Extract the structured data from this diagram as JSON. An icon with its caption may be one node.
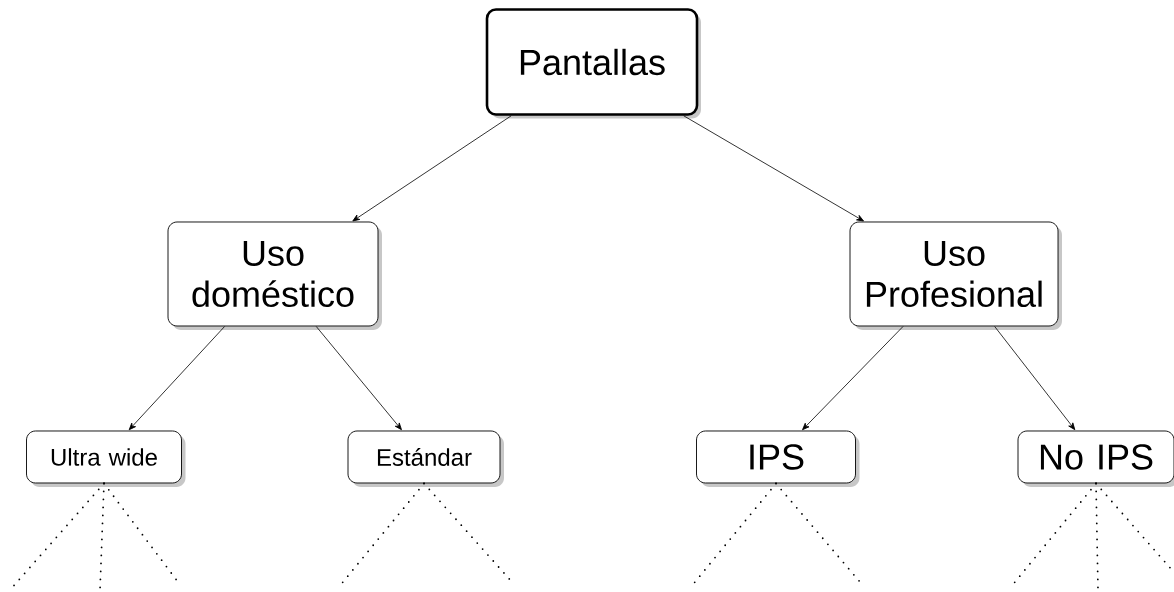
{
  "diagram": {
    "nodes": [
      {
        "text": [
          "Pantallas"
        ]
      },
      {
        "text": [
          "Uso doméstico"
        ]
      },
      {
        "text": [
          "Uso Profesional"
        ]
      },
      {
        "text": [
          "Ultra wide"
        ]
      },
      {
        "text": [
          "Estándar"
        ]
      },
      {
        "text": [
          "IPS"
        ]
      },
      {
        "text": [
          "No IPS"
        ]
      }
    ],
    "edges": [
      {
        "from": 0,
        "to": 1,
        "arrow": "to"
      },
      {
        "from": 0,
        "to": 2,
        "arrow": "to"
      },
      {
        "from": 1,
        "to": 3,
        "arrow": "to"
      },
      {
        "from": 1,
        "to": 4,
        "arrow": "to"
      },
      {
        "from": 2,
        "to": 5,
        "arrow": "to"
      },
      {
        "from": 2,
        "to": 6,
        "arrow": "to"
      },
      {
        "from": 3,
        "to": null,
        "arrow": "none",
        "style": "dashed"
      },
      {
        "from": 3,
        "to": null,
        "arrow": "none",
        "style": "dashed"
      },
      {
        "from": 3,
        "to": null,
        "arrow": "none",
        "style": "dashed"
      },
      {
        "from": 4,
        "to": null,
        "arrow": "none",
        "style": "dashed"
      },
      {
        "from": 4,
        "to": null,
        "arrow": "none",
        "style": "dashed"
      },
      {
        "from": 5,
        "to": null,
        "arrow": "none",
        "style": "dashed"
      },
      {
        "from": 5,
        "to": null,
        "arrow": "none",
        "style": "dashed"
      },
      {
        "from": 6,
        "to": null,
        "arrow": "none",
        "style": "dashed"
      },
      {
        "from": 6,
        "to": null,
        "arrow": "none",
        "style": "dashed"
      },
      {
        "from": 6,
        "to": null,
        "arrow": "none",
        "style": "dashed"
      }
    ]
  }
}
